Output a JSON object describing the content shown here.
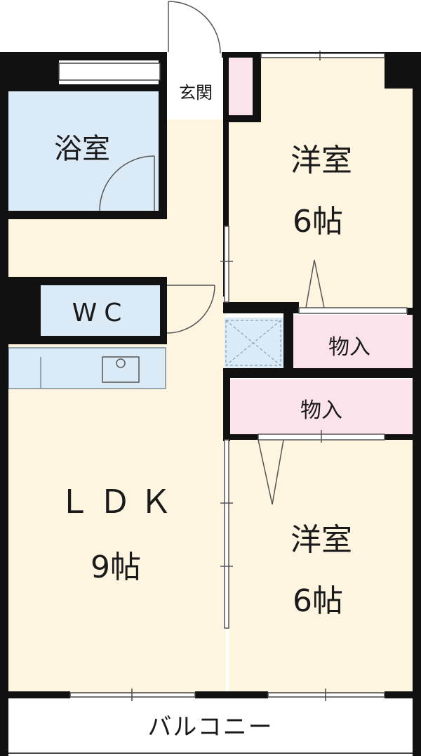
{
  "rooms": {
    "bath": {
      "label": "浴室"
    },
    "entrance": {
      "label": "玄関"
    },
    "western_room_1": {
      "label": "洋室",
      "size": "6帖"
    },
    "western_room_2": {
      "label": "洋室",
      "size": "6帖"
    },
    "wc": {
      "label": "WC"
    },
    "closet_1": {
      "label": "物入"
    },
    "closet_2": {
      "label": "物入"
    },
    "ldk": {
      "label": "ＬＤＫ",
      "size": "9帖"
    },
    "balcony": {
      "label": "バルコニー"
    }
  },
  "colors": {
    "wall": "#111111",
    "floor_room": "#fdf5e0",
    "floor_wet": "#dbeaf7",
    "floor_storage": "#fbe3ec",
    "balcony": "#ffffff"
  }
}
